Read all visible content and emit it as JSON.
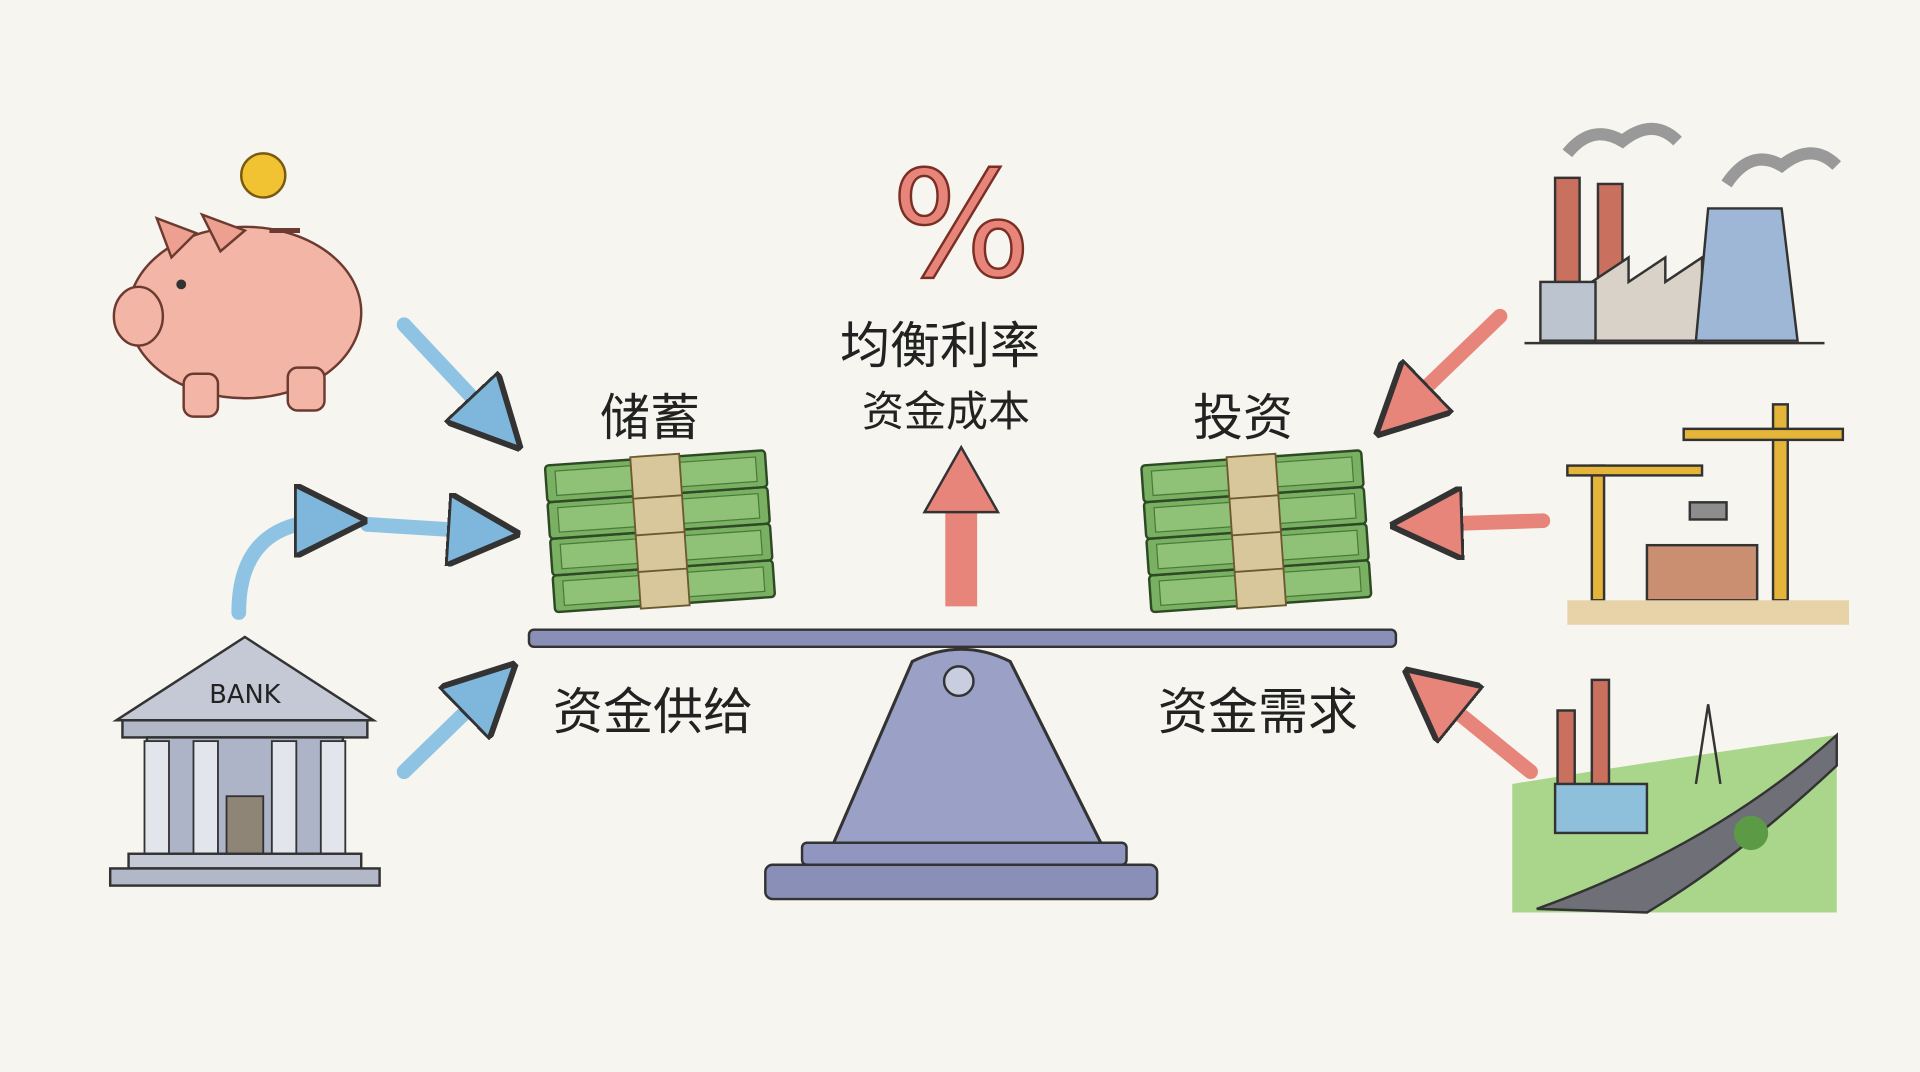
{
  "title": "均衡利率",
  "subtitle": "资金成本",
  "percent_symbol": "%",
  "left_label": "储蓄",
  "right_label": "投资",
  "supply_label": "资金供给",
  "demand_label": "资金需求",
  "bank_sign": "BANK",
  "colors": {
    "supply_arrow": "#8fc3e3",
    "demand_arrow": "#e8857a",
    "money": "#6fa85a",
    "beam": "#8a8fb8",
    "background": "#f6f5ef"
  }
}
